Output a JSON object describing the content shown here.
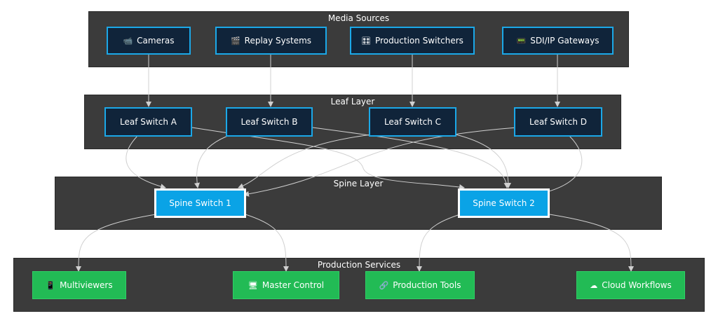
{
  "layers": {
    "media_sources": "Media Sources",
    "leaf": "Leaf Layer",
    "spine": "Spine Layer",
    "services": "Production Services"
  },
  "sources": [
    {
      "icon": "📹",
      "label": "Cameras"
    },
    {
      "icon": "🎬",
      "label": "Replay Systems"
    },
    {
      "icon": "🎛",
      "label": "Production Switchers"
    },
    {
      "icon": "📟",
      "label": "SDI/IP Gateways"
    }
  ],
  "leaves": [
    {
      "label": "Leaf Switch A"
    },
    {
      "label": "Leaf Switch B"
    },
    {
      "label": "Leaf Switch C"
    },
    {
      "label": "Leaf Switch D"
    }
  ],
  "spines": [
    {
      "label": "Spine Switch 1"
    },
    {
      "label": "Spine Switch 2"
    }
  ],
  "services": [
    {
      "icon": "📱",
      "label": "Multiviewers"
    },
    {
      "icon": "🖥",
      "label": "Master Control"
    },
    {
      "icon": "🔗",
      "label": "Production Tools"
    },
    {
      "icon": "☁",
      "label": "Cloud Workflows"
    }
  ],
  "colors": {
    "layer_bg": "#3b3b3b",
    "node_dark": "#10243a",
    "node_border": "#1ba8e8",
    "spine_fill": "#0aa3e6",
    "service_fill": "#22bb55",
    "wire": "#d0d0d0"
  }
}
